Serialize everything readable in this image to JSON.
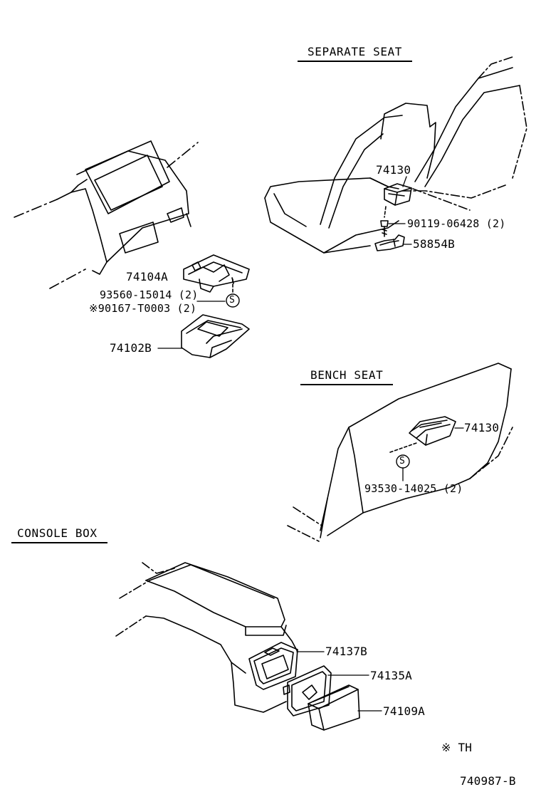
{
  "sections": {
    "separate_seat": "SEPARATE SEAT",
    "bench_seat": "BENCH SEAT",
    "console_box": "CONSOLE BOX"
  },
  "parts": {
    "p74130_sep": "74130",
    "p90119": "90119-06428 (2)",
    "p58854B": "58854B",
    "p74104A": "74104A",
    "p93560": "93560-15014 (2)",
    "p90167": "※90167-T0003 (2)",
    "p74102B": "74102B",
    "p74130_bench": "74130",
    "p93530": "93530-14025 (2)",
    "p74137B": "74137B",
    "p74135A": "74135A",
    "p74109A": "74109A"
  },
  "symbols": {
    "screw_symbol": "S"
  },
  "footnote": "※ TH",
  "figure_number": "740987-B"
}
